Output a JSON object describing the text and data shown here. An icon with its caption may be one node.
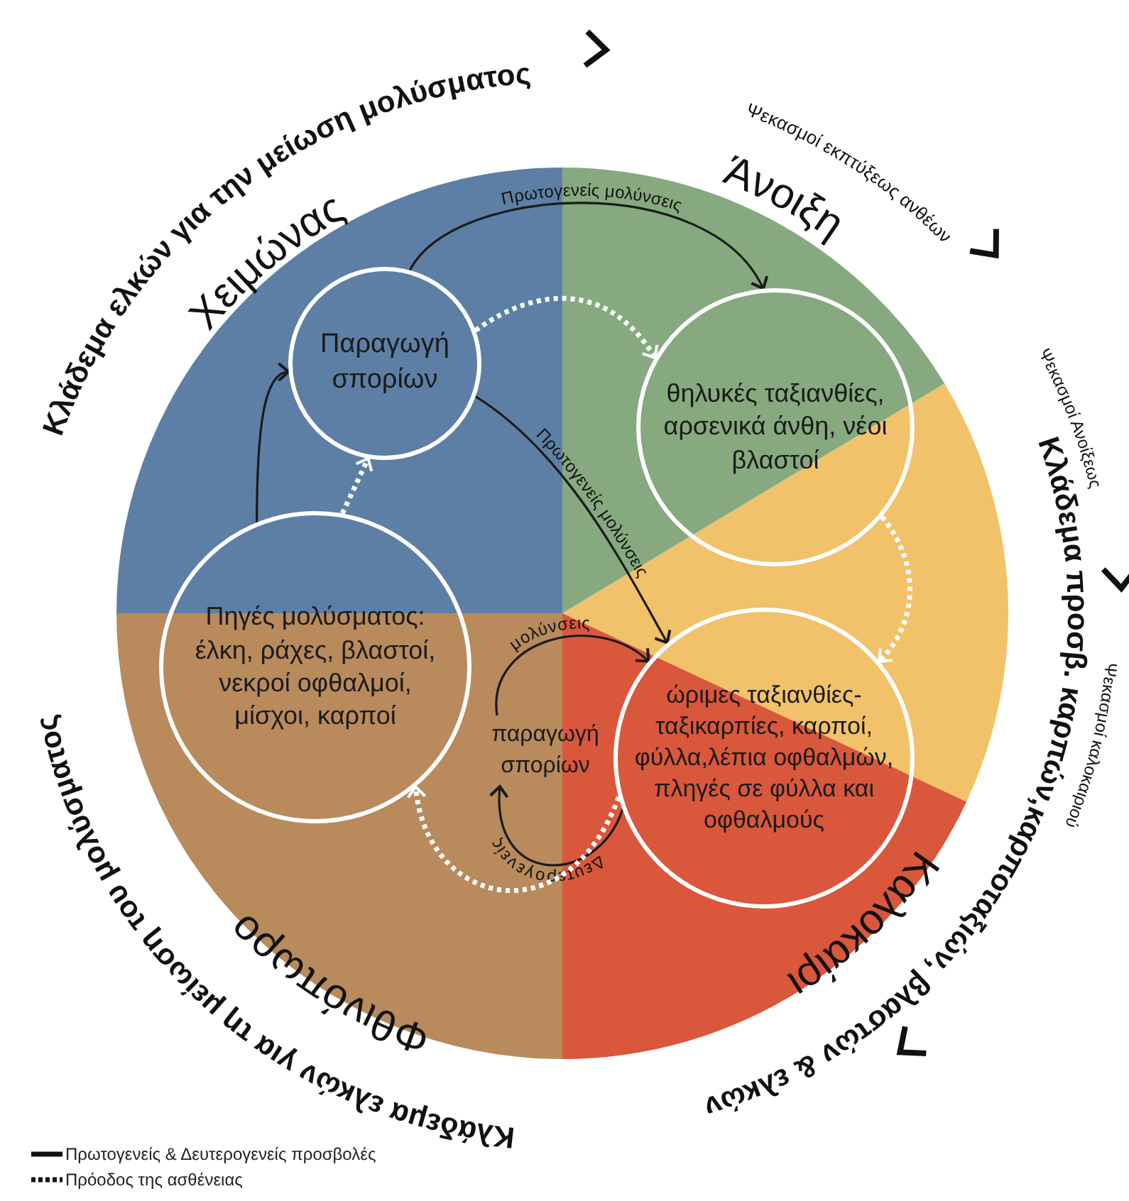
{
  "diagram": {
    "nodes": [
      {
        "text": [
          "Παραγωγή σπορίων"
        ]
      },
      {
        "text": [
          "θηλυκές ταξιανθίες, αρσενικά άνθη, νέοι βλαστοί"
        ]
      },
      {
        "text": [
          "Πηγές μολύσματος: έλκη, ράχες, βλαστοί, νεκροί οφθαλμοί, μίσχοι, καρποί"
        ]
      },
      {
        "text": [
          "παραγωγή σπορίων"
        ]
      },
      {
        "text": [
          "ώριμες ταξιανθίες-ταξικαρπίες, καρποί, φύλλα,λέπια οφθαλμών, πληγές σε φύλλα και οφθαλμούς"
        ]
      }
    ],
    "edges": [
      {
        "from": 2,
        "to": 0,
        "arrow": "to"
      },
      {
        "from": 0,
        "to": 1,
        "arrow": "to",
        "label": "Πρωτογενείς μολύνσεις"
      },
      {
        "from": 0,
        "to": 4,
        "arrow": "to",
        "label": "Πρωτογενείς μολύνσεις"
      },
      {
        "from": 3,
        "to": 4,
        "arrow": "to",
        "label": "μολύνσεις"
      },
      {
        "from": 4,
        "to": 3,
        "arrow": "to",
        "label": "Δευτερογενείς"
      },
      {
        "from": 0,
        "to": 1,
        "arrow": "to",
        "style": "dashed",
        "color": "#ffffff"
      },
      {
        "from": 1,
        "to": 4,
        "arrow": "to",
        "style": "dashed",
        "color": "#ffffff"
      },
      {
        "from": 4,
        "to": 2,
        "arrow": "to",
        "style": "dashed",
        "color": "#ffffff"
      },
      {
        "from": 2,
        "to": 0,
        "arrow": "to",
        "style": "dashed",
        "color": "#ffffff"
      }
    ],
    "labels": [
      "Κλάδεμα ελκών για την μείωση μολύσματος",
      "Χειμώνας",
      "Ψεκασμοί εκπτύξεως ανθέων",
      "Άνοιξη",
      "Ψεκασμοί Ανοίξεως",
      "Κλάδεμα προσβ. καρπών,καρποταξιών, βλαστών & ελκών",
      "Ψεκασμοί καλοκαιριού",
      "Καλοκαίρι",
      "Φθινόπωρο",
      "Κλάδεμα ελκών για τη μείωση του μολύσματος"
    ],
    "legend": [
      {
        "text": "Πρωτογενείς & Δευτερογενείς προσβολές"
      },
      {
        "text": "Πρόοδος της ασθένειας"
      }
    ]
  }
}
